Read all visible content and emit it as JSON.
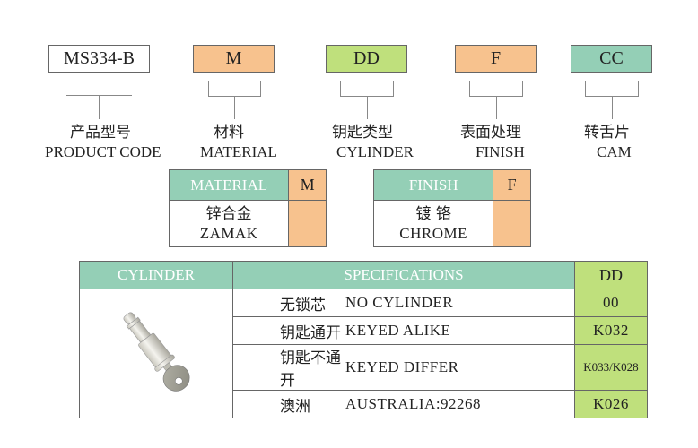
{
  "code_boxes": [
    {
      "value": "MS334-B",
      "cn": "产品型号",
      "en": "PRODUCT CODE",
      "color": "#ffffff"
    },
    {
      "value": "M",
      "cn": "材料",
      "en": "MATERIAL",
      "color": "#f7c28e"
    },
    {
      "value": "DD",
      "cn": "钥匙类型",
      "en": "CYLINDER",
      "color": "#bfe07c"
    },
    {
      "value": "F",
      "cn": "表面处理",
      "en": "FINISH",
      "color": "#f7c28e"
    },
    {
      "value": "CC",
      "cn": "转舌片",
      "en": "CAM",
      "color": "#94cfb6"
    }
  ],
  "material_table": {
    "header": "MATERIAL",
    "code": "M",
    "cn": "锌合金",
    "en": "ZAMAK"
  },
  "finish_table": {
    "header": "FINISH",
    "code": "F",
    "cn": "镀 铬",
    "en": "CHROME"
  },
  "cylinder_table": {
    "headers": {
      "cylinder": "CYLINDER",
      "specifications": "SPECIFICATIONS",
      "code": "DD"
    },
    "image": "cylinder-key-icon",
    "rows": [
      {
        "cn": "无锁芯",
        "en": "NO CYLINDER",
        "code": "00"
      },
      {
        "cn": "钥匙通开",
        "en": "KEYED ALIKE",
        "code": "K032"
      },
      {
        "cn": "钥匙不通开",
        "en": "KEYED DIFFER",
        "code": "K033/K028"
      },
      {
        "cn": "澳洲",
        "en": "AUSTRALIA:92268",
        "code": "K026"
      }
    ]
  },
  "colors": {
    "teal": "#94cfb6",
    "orange": "#f7c28e",
    "green": "#bfe07c"
  }
}
